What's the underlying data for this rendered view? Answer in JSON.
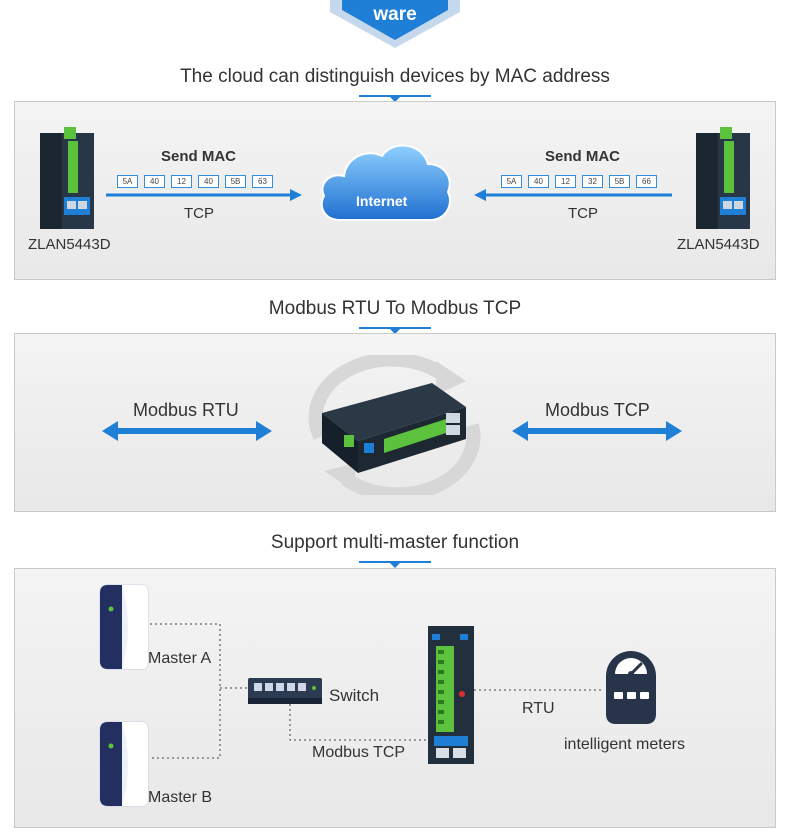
{
  "banner": {
    "text": "ware"
  },
  "section1": {
    "title": "The cloud can distinguish devices by MAC address",
    "left_device": {
      "label": "ZLAN5443D",
      "send_label": "Send MAC",
      "protocol": "TCP",
      "mac": [
        "5A",
        "40",
        "12",
        "40",
        "5B",
        "63"
      ]
    },
    "right_device": {
      "label": "ZLAN5443D",
      "send_label": "Send MAC",
      "protocol": "TCP",
      "mac": [
        "5A",
        "40",
        "12",
        "32",
        "5B",
        "66"
      ]
    },
    "cloud_label": "Internet"
  },
  "section2": {
    "title": "Modbus RTU To Modbus TCP",
    "left_label": "Modbus RTU",
    "right_label": "Modbus TCP"
  },
  "section3": {
    "title": "Support multi-master function",
    "master_a": "Master A",
    "master_b": "Master B",
    "switch": "Switch",
    "modbus_tcp": "Modbus TCP",
    "rtu": "RTU",
    "meters": "intelligent meters"
  },
  "colors": {
    "accent": "#1f7fd6",
    "device_green": "#5cc23d",
    "device_dark": "#22303e"
  }
}
